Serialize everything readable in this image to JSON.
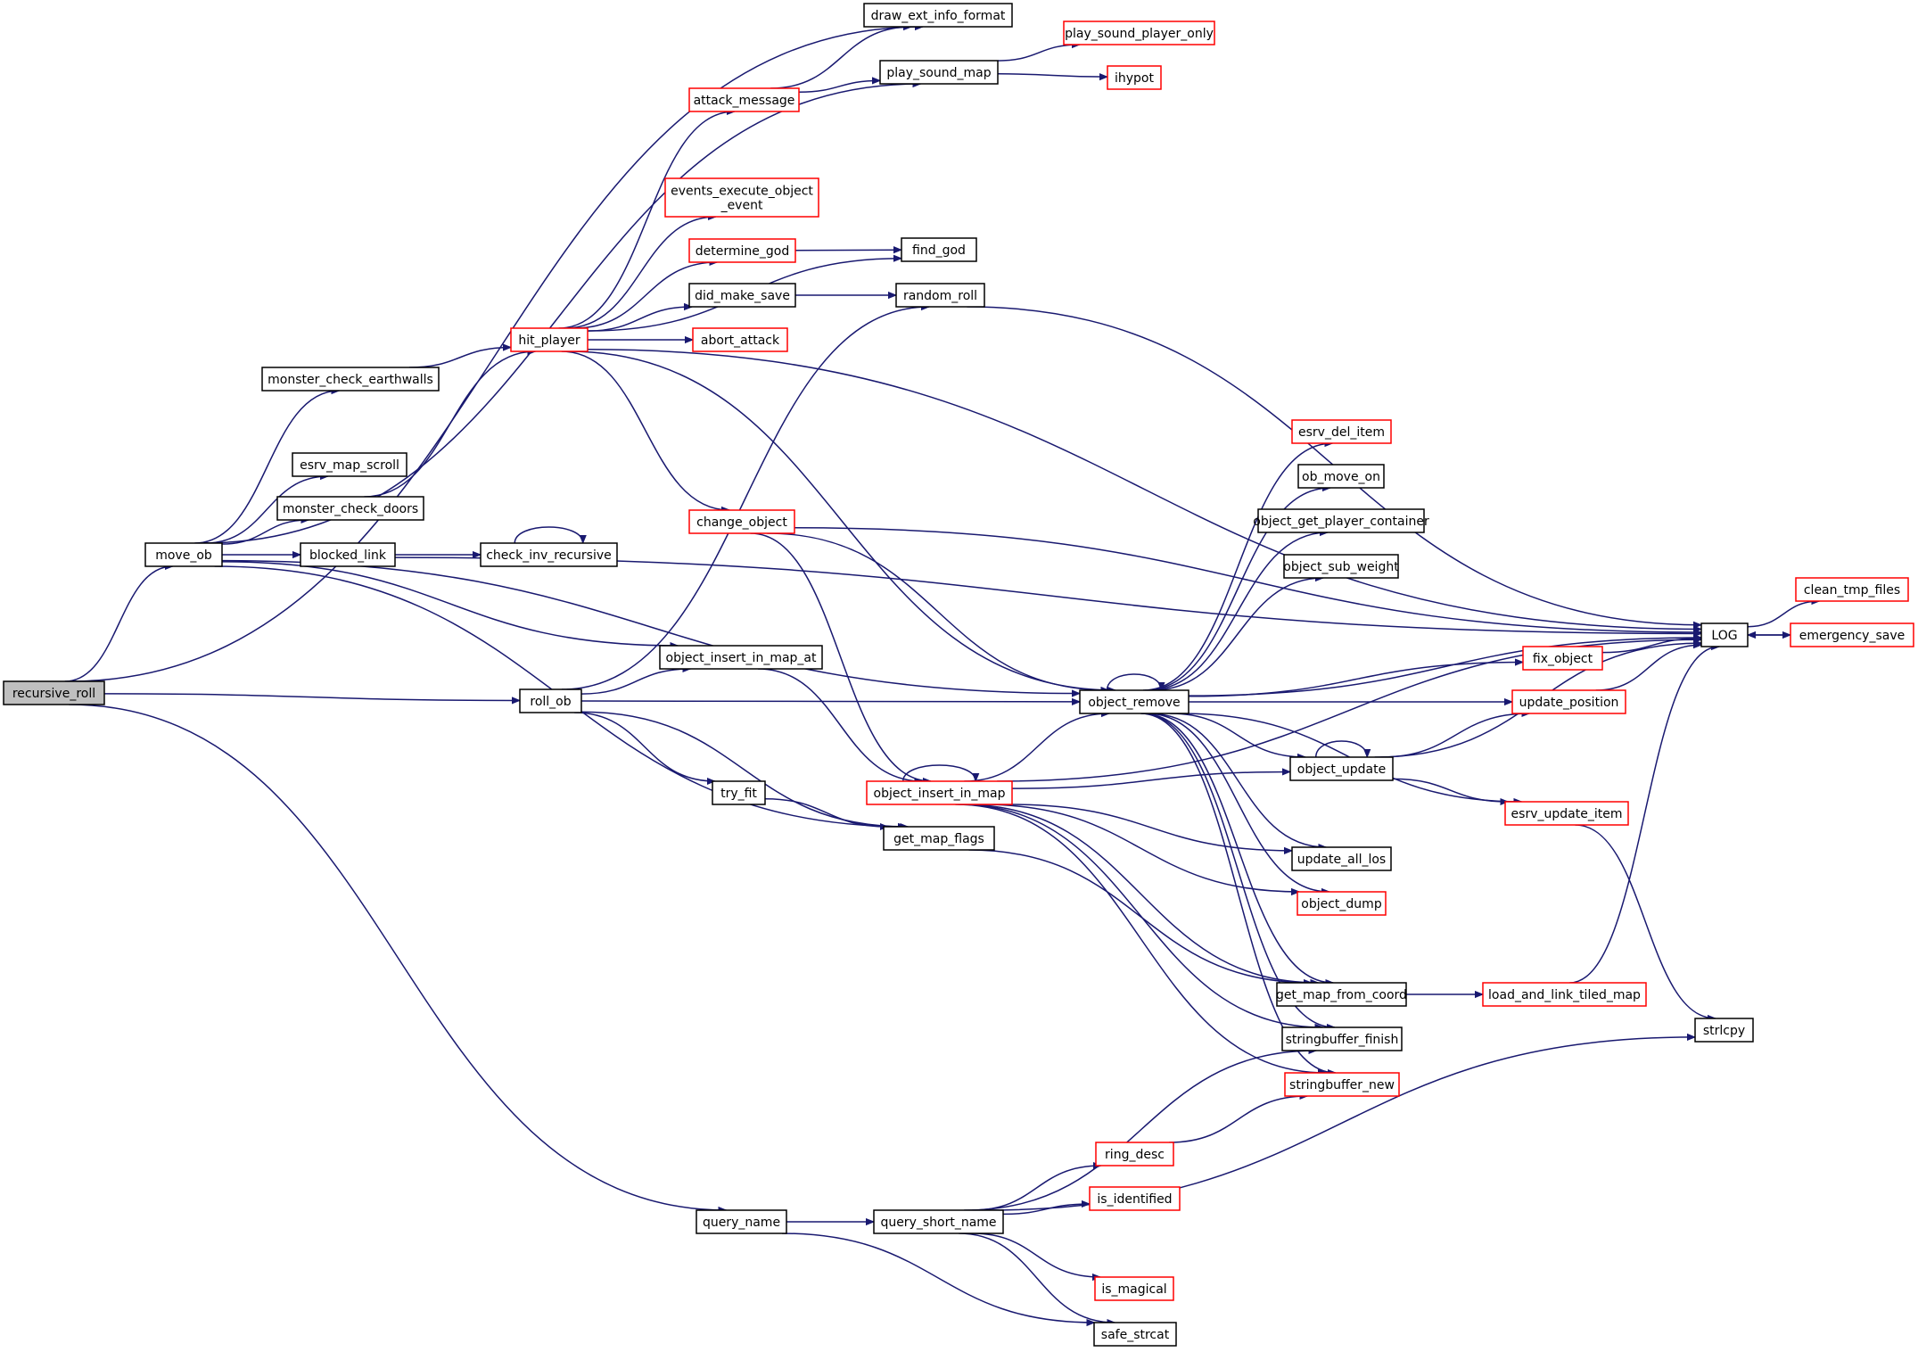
{
  "graph": {
    "title": "",
    "colors": {
      "edge": "#191970",
      "node_border": "#000000",
      "truncated_border": "#ff0000",
      "root_fill": "#bfbfbf"
    },
    "nodes": [
      {
        "id": "recursive_roll",
        "label": "recursive_roll",
        "style": "root"
      },
      {
        "id": "draw_ext_info_format",
        "label": "draw_ext_info_format",
        "style": "normal"
      },
      {
        "id": "play_sound_map",
        "label": "play_sound_map",
        "style": "normal"
      },
      {
        "id": "play_sound_player_only",
        "label": "play_sound_player_only",
        "style": "red"
      },
      {
        "id": "ihypot",
        "label": "ihypot",
        "style": "red"
      },
      {
        "id": "attack_message",
        "label": "attack_message",
        "style": "red"
      },
      {
        "id": "events_execute_object_event",
        "label": "events_execute_object\n_event",
        "style": "red"
      },
      {
        "id": "determine_god",
        "label": "determine_god",
        "style": "red"
      },
      {
        "id": "find_god",
        "label": "find_god",
        "style": "normal"
      },
      {
        "id": "did_make_save",
        "label": "did_make_save",
        "style": "normal"
      },
      {
        "id": "random_roll",
        "label": "random_roll",
        "style": "normal"
      },
      {
        "id": "hit_player",
        "label": "hit_player",
        "style": "red"
      },
      {
        "id": "abort_attack",
        "label": "abort_attack",
        "style": "red"
      },
      {
        "id": "monster_check_earthwalls",
        "label": "monster_check_earthwalls",
        "style": "normal"
      },
      {
        "id": "esrv_map_scroll",
        "label": "esrv_map_scroll",
        "style": "normal"
      },
      {
        "id": "monster_check_doors",
        "label": "monster_check_doors",
        "style": "normal"
      },
      {
        "id": "move_ob",
        "label": "move_ob",
        "style": "normal"
      },
      {
        "id": "blocked_link",
        "label": "blocked_link",
        "style": "normal"
      },
      {
        "id": "check_inv_recursive",
        "label": "check_inv_recursive",
        "style": "normal"
      },
      {
        "id": "change_object",
        "label": "change_object",
        "style": "red"
      },
      {
        "id": "esrv_del_item",
        "label": "esrv_del_item",
        "style": "red"
      },
      {
        "id": "ob_move_on",
        "label": "ob_move_on",
        "style": "normal"
      },
      {
        "id": "object_get_player_container",
        "label": "object_get_player_container",
        "style": "normal"
      },
      {
        "id": "object_sub_weight",
        "label": "object_sub_weight",
        "style": "normal"
      },
      {
        "id": "LOG",
        "label": "LOG",
        "style": "normal"
      },
      {
        "id": "clean_tmp_files",
        "label": "clean_tmp_files",
        "style": "red"
      },
      {
        "id": "emergency_save",
        "label": "emergency_save",
        "style": "red"
      },
      {
        "id": "fix_object",
        "label": "fix_object",
        "style": "red"
      },
      {
        "id": "object_insert_in_map_at",
        "label": "object_insert_in_map_at",
        "style": "normal"
      },
      {
        "id": "object_remove",
        "label": "object_remove",
        "style": "normal"
      },
      {
        "id": "update_position",
        "label": "update_position",
        "style": "red"
      },
      {
        "id": "roll_ob",
        "label": "roll_ob",
        "style": "normal"
      },
      {
        "id": "try_fit",
        "label": "try_fit",
        "style": "normal"
      },
      {
        "id": "object_insert_in_map",
        "label": "object_insert_in_map",
        "style": "red"
      },
      {
        "id": "object_update",
        "label": "object_update",
        "style": "normal"
      },
      {
        "id": "esrv_update_item",
        "label": "esrv_update_item",
        "style": "red"
      },
      {
        "id": "get_map_flags",
        "label": "get_map_flags",
        "style": "normal"
      },
      {
        "id": "update_all_los",
        "label": "update_all_los",
        "style": "normal"
      },
      {
        "id": "object_dump",
        "label": "object_dump",
        "style": "red"
      },
      {
        "id": "get_map_from_coord",
        "label": "get_map_from_coord",
        "style": "normal"
      },
      {
        "id": "load_and_link_tiled_map",
        "label": "load_and_link_tiled_map",
        "style": "red"
      },
      {
        "id": "strlcpy",
        "label": "strlcpy",
        "style": "normal"
      },
      {
        "id": "stringbuffer_finish",
        "label": "stringbuffer_finish",
        "style": "normal"
      },
      {
        "id": "stringbuffer_new",
        "label": "stringbuffer_new",
        "style": "red"
      },
      {
        "id": "ring_desc",
        "label": "ring_desc",
        "style": "red"
      },
      {
        "id": "is_identified",
        "label": "is_identified",
        "style": "red"
      },
      {
        "id": "query_name",
        "label": "query_name",
        "style": "normal"
      },
      {
        "id": "query_short_name",
        "label": "query_short_name",
        "style": "normal"
      },
      {
        "id": "is_magical",
        "label": "is_magical",
        "style": "red"
      },
      {
        "id": "safe_strcat",
        "label": "safe_strcat",
        "style": "normal"
      }
    ],
    "edges": [
      [
        "recursive_roll",
        "draw_ext_info_format"
      ],
      [
        "recursive_roll",
        "move_ob"
      ],
      [
        "recursive_roll",
        "roll_ob"
      ],
      [
        "recursive_roll",
        "query_name"
      ],
      [
        "move_ob",
        "play_sound_map"
      ],
      [
        "move_ob",
        "monster_check_earthwalls"
      ],
      [
        "move_ob",
        "esrv_map_scroll"
      ],
      [
        "move_ob",
        "monster_check_doors"
      ],
      [
        "move_ob",
        "blocked_link"
      ],
      [
        "move_ob",
        "object_remove"
      ],
      [
        "move_ob",
        "object_insert_in_map_at"
      ],
      [
        "move_ob",
        "get_map_flags"
      ],
      [
        "monster_check_earthwalls",
        "hit_player"
      ],
      [
        "monster_check_doors",
        "hit_player"
      ],
      [
        "blocked_link",
        "check_inv_recursive"
      ],
      [
        "blocked_link",
        "LOG"
      ],
      [
        "check_inv_recursive",
        "check_inv_recursive"
      ],
      [
        "hit_player",
        "attack_message"
      ],
      [
        "hit_player",
        "events_execute_object_event"
      ],
      [
        "hit_player",
        "determine_god"
      ],
      [
        "hit_player",
        "did_make_save"
      ],
      [
        "hit_player",
        "abort_attack"
      ],
      [
        "hit_player",
        "find_god"
      ],
      [
        "hit_player",
        "LOG"
      ],
      [
        "hit_player",
        "change_object"
      ],
      [
        "hit_player",
        "object_remove"
      ],
      [
        "attack_message",
        "draw_ext_info_format"
      ],
      [
        "attack_message",
        "play_sound_map"
      ],
      [
        "play_sound_map",
        "play_sound_player_only"
      ],
      [
        "play_sound_map",
        "ihypot"
      ],
      [
        "determine_god",
        "find_god"
      ],
      [
        "did_make_save",
        "random_roll"
      ],
      [
        "random_roll",
        "LOG"
      ],
      [
        "change_object",
        "LOG"
      ],
      [
        "change_object",
        "object_remove"
      ],
      [
        "change_object",
        "object_insert_in_map"
      ],
      [
        "roll_ob",
        "random_roll"
      ],
      [
        "roll_ob",
        "object_insert_in_map_at"
      ],
      [
        "roll_ob",
        "object_remove"
      ],
      [
        "roll_ob",
        "try_fit"
      ],
      [
        "roll_ob",
        "get_map_flags"
      ],
      [
        "try_fit",
        "get_map_flags"
      ],
      [
        "object_insert_in_map_at",
        "object_insert_in_map"
      ],
      [
        "object_insert_in_map",
        "object_insert_in_map"
      ],
      [
        "object_insert_in_map",
        "object_remove"
      ],
      [
        "object_insert_in_map",
        "object_update"
      ],
      [
        "object_insert_in_map",
        "update_all_los"
      ],
      [
        "object_insert_in_map",
        "object_dump"
      ],
      [
        "object_insert_in_map",
        "LOG"
      ],
      [
        "object_insert_in_map",
        "get_map_from_coord"
      ],
      [
        "object_insert_in_map",
        "stringbuffer_finish"
      ],
      [
        "object_insert_in_map",
        "stringbuffer_new"
      ],
      [
        "object_remove",
        "object_remove"
      ],
      [
        "object_remove",
        "esrv_del_item"
      ],
      [
        "object_remove",
        "ob_move_on"
      ],
      [
        "object_remove",
        "object_get_player_container"
      ],
      [
        "object_remove",
        "object_sub_weight"
      ],
      [
        "object_remove",
        "LOG"
      ],
      [
        "object_remove",
        "fix_object"
      ],
      [
        "object_remove",
        "update_position"
      ],
      [
        "object_remove",
        "object_update"
      ],
      [
        "object_remove",
        "esrv_update_item"
      ],
      [
        "object_remove",
        "update_all_los"
      ],
      [
        "object_remove",
        "object_dump"
      ],
      [
        "object_remove",
        "get_map_from_coord"
      ],
      [
        "object_remove",
        "stringbuffer_finish"
      ],
      [
        "object_remove",
        "stringbuffer_new"
      ],
      [
        "fix_object",
        "LOG"
      ],
      [
        "update_position",
        "LOG"
      ],
      [
        "object_update",
        "object_update"
      ],
      [
        "object_update",
        "update_position"
      ],
      [
        "object_update",
        "LOG"
      ],
      [
        "object_update",
        "esrv_update_item"
      ],
      [
        "esrv_update_item",
        "strlcpy"
      ],
      [
        "get_map_flags",
        "get_map_from_coord"
      ],
      [
        "get_map_from_coord",
        "load_and_link_tiled_map"
      ],
      [
        "load_and_link_tiled_map",
        "LOG"
      ],
      [
        "LOG",
        "clean_tmp_files"
      ],
      [
        "LOG",
        "emergency_save"
      ],
      [
        "emergency_save",
        "LOG"
      ],
      [
        "query_name",
        "query_short_name"
      ],
      [
        "query_name",
        "safe_strcat"
      ],
      [
        "query_short_name",
        "stringbuffer_finish"
      ],
      [
        "query_short_name",
        "ring_desc"
      ],
      [
        "query_short_name",
        "is_identified"
      ],
      [
        "query_short_name",
        "strlcpy"
      ],
      [
        "query_short_name",
        "is_magical"
      ],
      [
        "query_short_name",
        "safe_strcat"
      ],
      [
        "ring_desc",
        "stringbuffer_new"
      ]
    ]
  }
}
